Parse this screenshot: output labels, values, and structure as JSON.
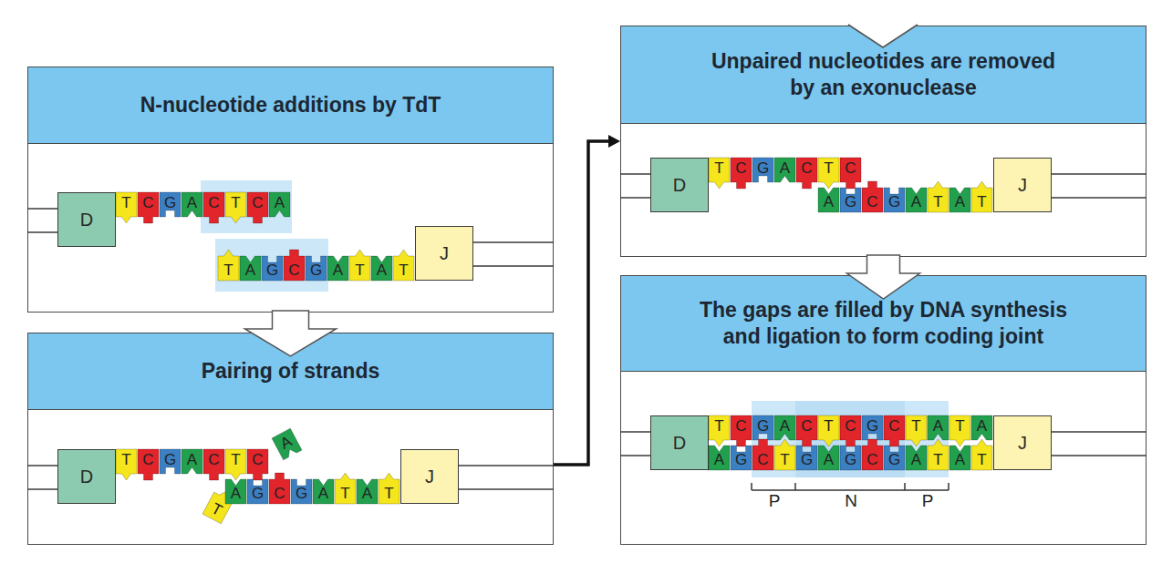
{
  "diagram": {
    "nodes": [
      {
        "text": [
          "N-nucleotide additions by TdT"
        ]
      },
      {
        "text": [
          "D"
        ],
        "in": 0
      },
      {
        "text": [
          "J"
        ],
        "in": 0
      },
      {
        "text": [
          "Pairing of strands"
        ]
      },
      {
        "text": [
          "D"
        ],
        "in": 3
      },
      {
        "text": [
          "J"
        ],
        "in": 3
      },
      {
        "text": [
          "Unpaired nucleotides are removed by an exonuclease"
        ]
      },
      {
        "text": [
          "D"
        ],
        "in": 6
      },
      {
        "text": [
          "J"
        ],
        "in": 6
      },
      {
        "text": [
          "The gaps are filled by DNA synthesis and ligation to form coding joint"
        ]
      },
      {
        "text": [
          "D"
        ],
        "in": 9
      },
      {
        "text": [
          "J"
        ],
        "in": 9
      }
    ],
    "edges": [
      {
        "from": 0,
        "to": 3,
        "arrow": "to"
      },
      {
        "from": 3,
        "to": 6,
        "arrow": "to"
      },
      {
        "from": 6,
        "to": 9,
        "arrow": "to"
      }
    ],
    "labels": [
      "T",
      "C",
      "G",
      "A",
      "C",
      "T",
      "C",
      "A",
      "T",
      "A",
      "G",
      "C",
      "G",
      "A",
      "T",
      "A",
      "T",
      "T",
      "C",
      "G",
      "A",
      "C",
      "T",
      "C",
      "A",
      "T",
      "A",
      "G",
      "C",
      "G",
      "A",
      "T",
      "A",
      "T",
      "T",
      "C",
      "G",
      "A",
      "C",
      "T",
      "C",
      "A",
      "G",
      "C",
      "G",
      "A",
      "T",
      "A",
      "T",
      "T",
      "C",
      "G",
      "A",
      "C",
      "T",
      "C",
      "G",
      "C",
      "T",
      "A",
      "T",
      "A",
      "A",
      "G",
      "C",
      "T",
      "G",
      "A",
      "G",
      "C",
      "G",
      "A",
      "T",
      "A",
      "T",
      "P",
      "N",
      "P"
    ]
  }
}
